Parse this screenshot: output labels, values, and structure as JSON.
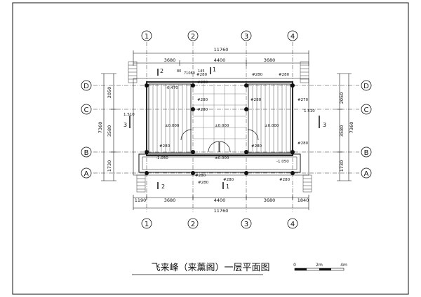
{
  "drawing": {
    "title": "飞来峰（来薰阁）一层平面图",
    "grid_columns": [
      "1",
      "2",
      "3",
      "4"
    ],
    "grid_rows": [
      "D",
      "C",
      "B",
      "A"
    ],
    "dim_top": {
      "overall": "11760",
      "bays": [
        "3680",
        "4400",
        "3680"
      ]
    },
    "dim_bottom": {
      "overall": "11760",
      "segments": [
        "1190",
        "3680",
        "4400",
        "3680",
        "1840"
      ]
    },
    "dim_left": {
      "overall": "7360",
      "segments": [
        "2050",
        "3580",
        "1730"
      ]
    },
    "dim_right": {
      "overall": "7360",
      "segments": [
        "2050",
        "3580",
        "1730"
      ]
    },
    "section_marks": {
      "left_cut": "3",
      "right_cut": "3",
      "cut_1": "1",
      "cut_2": "2"
    },
    "elevations": [
      "±0.000",
      "±0.000",
      "±0.000",
      "±0.000",
      "-1.050",
      "-1.050",
      "1.510",
      "1.510",
      "-0.470"
    ],
    "column_tags": [
      "#280",
      "#280",
      "#280",
      "#280",
      "#280",
      "#280",
      "#280",
      "#280",
      "#280",
      "#280",
      "#270",
      "#280",
      "#280",
      "#280",
      "#280"
    ],
    "small_dims": [
      "80",
      "71080",
      "145"
    ],
    "scale_bar": {
      "labels": [
        "0",
        "2m",
        "4m"
      ]
    }
  }
}
